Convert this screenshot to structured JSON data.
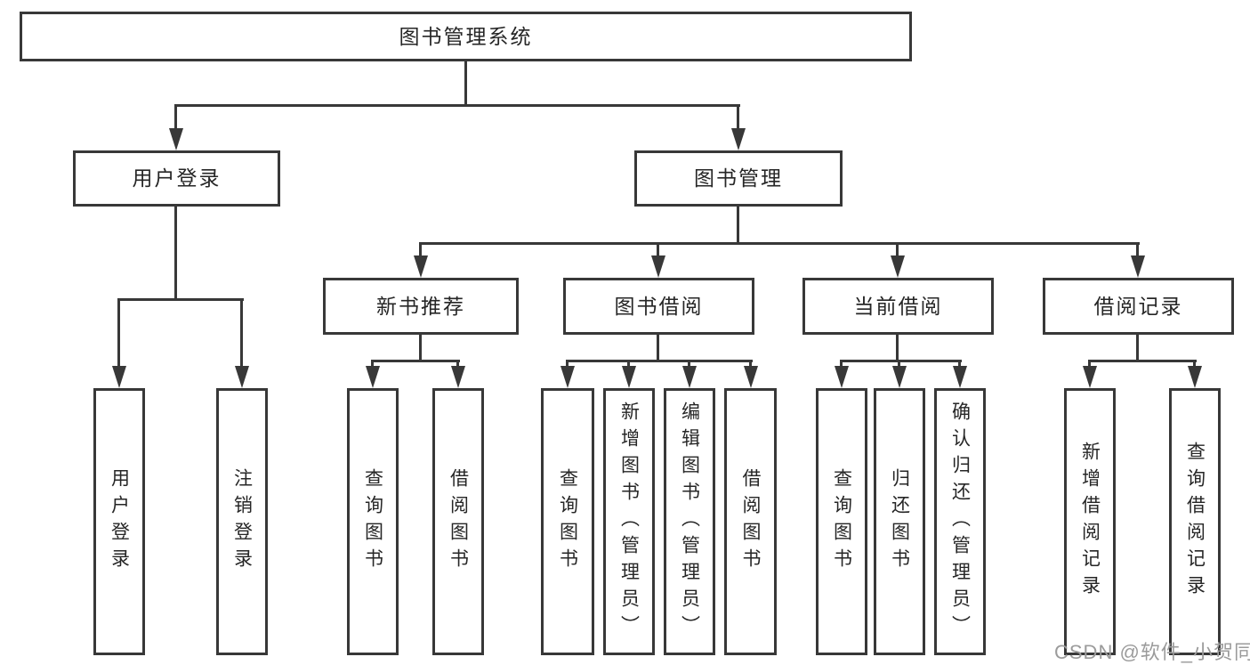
{
  "diagram": {
    "title": "图书管理系统",
    "level2": {
      "user_login": "用户登录",
      "book_mgmt": "图书管理"
    },
    "level3": {
      "new_book": "新书推荐",
      "book_borrow": "图书借阅",
      "current_borrow": "当前借阅",
      "borrow_record": "借阅记录"
    },
    "leaves": {
      "user_login": [
        "用户登录",
        "注销登录"
      ],
      "new_book": [
        "查询图书",
        "借阅图书"
      ],
      "book_borrow": [
        "查询图书",
        "新增图书（管理员）",
        "编辑图书（管理员）",
        "借阅图书"
      ],
      "current_borrow": [
        "查询图书",
        "归还图书",
        "确认归还（管理员）"
      ],
      "borrow_record": [
        "新增借阅记录",
        "查询借阅记录"
      ]
    }
  },
  "watermark": "CSDN @软件_小贺同学",
  "colors": {
    "line": "#383838",
    "text": "#262626",
    "watermark": "#9b9b9b",
    "background": "#ffffff"
  }
}
